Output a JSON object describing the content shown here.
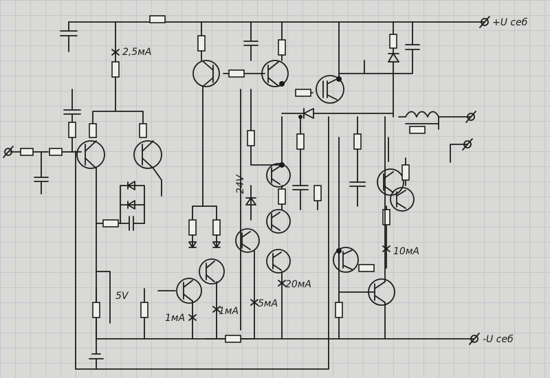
{
  "labels": {
    "vplus": "+U себ",
    "vminus": "-U себ",
    "i_2_5": "2,5мА",
    "i_10": "10мА",
    "i_20": "20мА",
    "i_5": "5мА",
    "i_1a": "1мА",
    "i_1b": "1мА",
    "v5": "5V",
    "v24": "24V"
  },
  "colors": {
    "paper": "#d9d9d6",
    "grid": "#a9b8c6",
    "ink": "#1c1c1c"
  }
}
